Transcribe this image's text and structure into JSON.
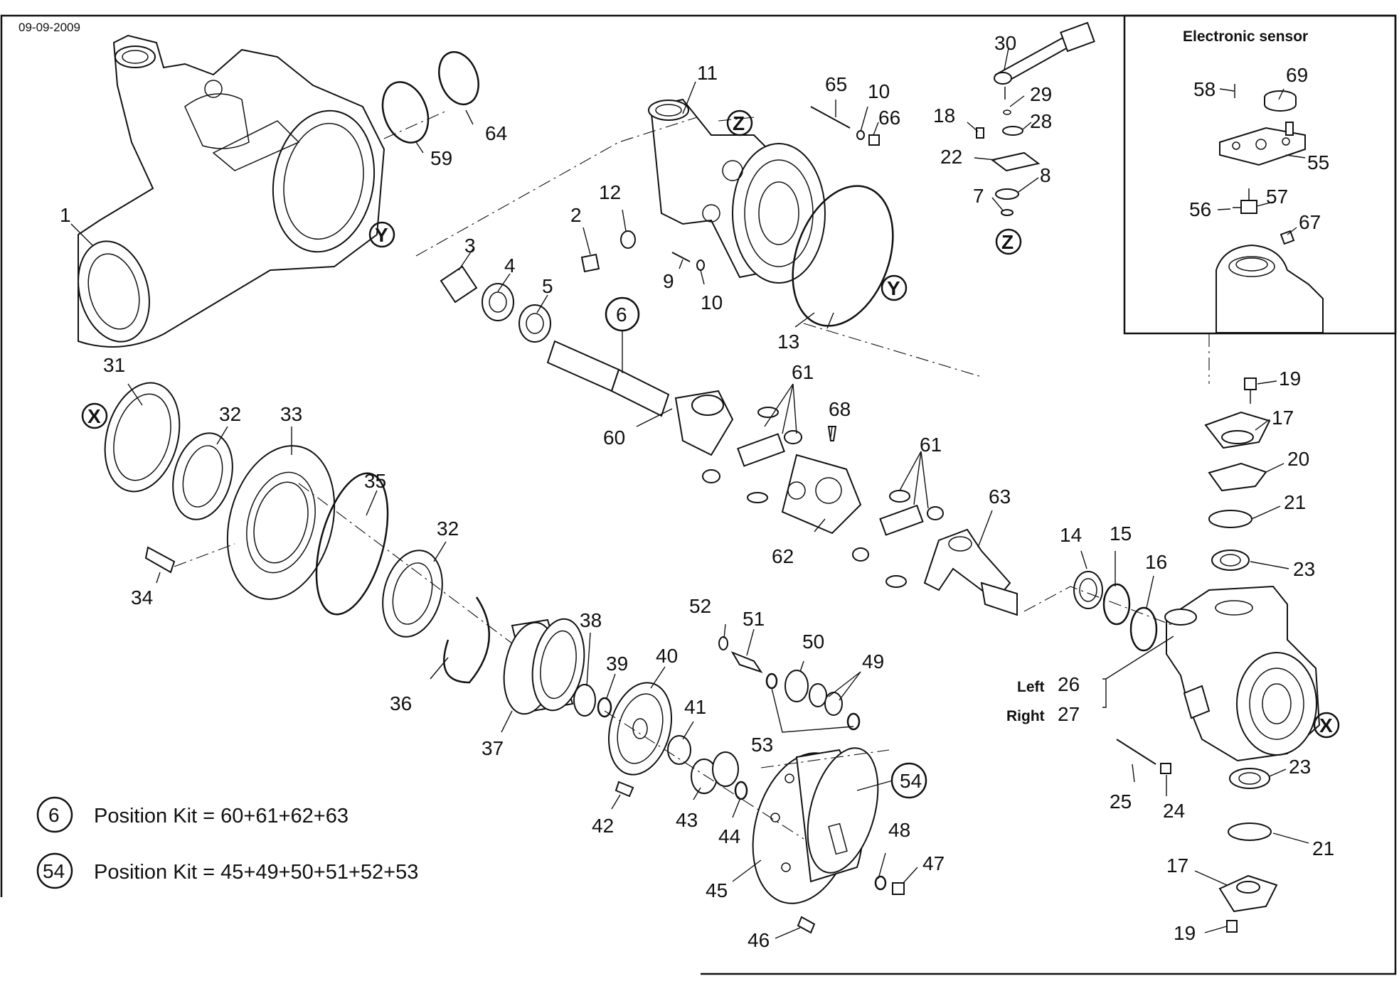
{
  "sheet": {
    "date": "09-09-2009",
    "inset_title": "Electronic sensor"
  },
  "markers": {
    "x1": "X",
    "x2": "X",
    "y1": "Y",
    "y2": "Y",
    "z1": "Z",
    "z2": "Z"
  },
  "sides": {
    "left": "Left",
    "right": "Right"
  },
  "kits": [
    {
      "position": "6",
      "text": "Position Kit = 60+61+62+63"
    },
    {
      "position": "54",
      "text": "Position Kit = 45+49+50+51+52+53"
    }
  ],
  "callouts": {
    "c1": "1",
    "c2": "2",
    "c3": "3",
    "c4": "4",
    "c5": "5",
    "c6": "6",
    "c7": "7",
    "c8": "8",
    "c9": "9",
    "c10a": "10",
    "c10b": "10",
    "c11": "11",
    "c12": "12",
    "c13": "13",
    "c14": "14",
    "c15": "15",
    "c16": "16",
    "c17a": "17",
    "c17b": "17",
    "c18": "18",
    "c19a": "19",
    "c19b": "19",
    "c20": "20",
    "c21a": "21",
    "c21b": "21",
    "c22": "22",
    "c23a": "23",
    "c23b": "23",
    "c24": "24",
    "c25": "25",
    "c26": "26",
    "c27": "27",
    "c28": "28",
    "c29": "29",
    "c30": "30",
    "c31": "31",
    "c32a": "32",
    "c32b": "32",
    "c33": "33",
    "c34": "34",
    "c35": "35",
    "c36": "36",
    "c37": "37",
    "c38": "38",
    "c39": "39",
    "c40": "40",
    "c41": "41",
    "c42": "42",
    "c43": "43",
    "c44": "44",
    "c45": "45",
    "c46": "46",
    "c47": "47",
    "c48": "48",
    "c49": "49",
    "c50": "50",
    "c51": "51",
    "c52": "52",
    "c53": "53",
    "c54": "54",
    "c55": "55",
    "c56": "56",
    "c57": "57",
    "c58": "58",
    "c59": "59",
    "c60": "60",
    "c61a": "61",
    "c61b": "61",
    "c62": "62",
    "c63": "63",
    "c64": "64",
    "c65": "65",
    "c66": "66",
    "c67": "67",
    "c68": "68",
    "c69": "69"
  }
}
